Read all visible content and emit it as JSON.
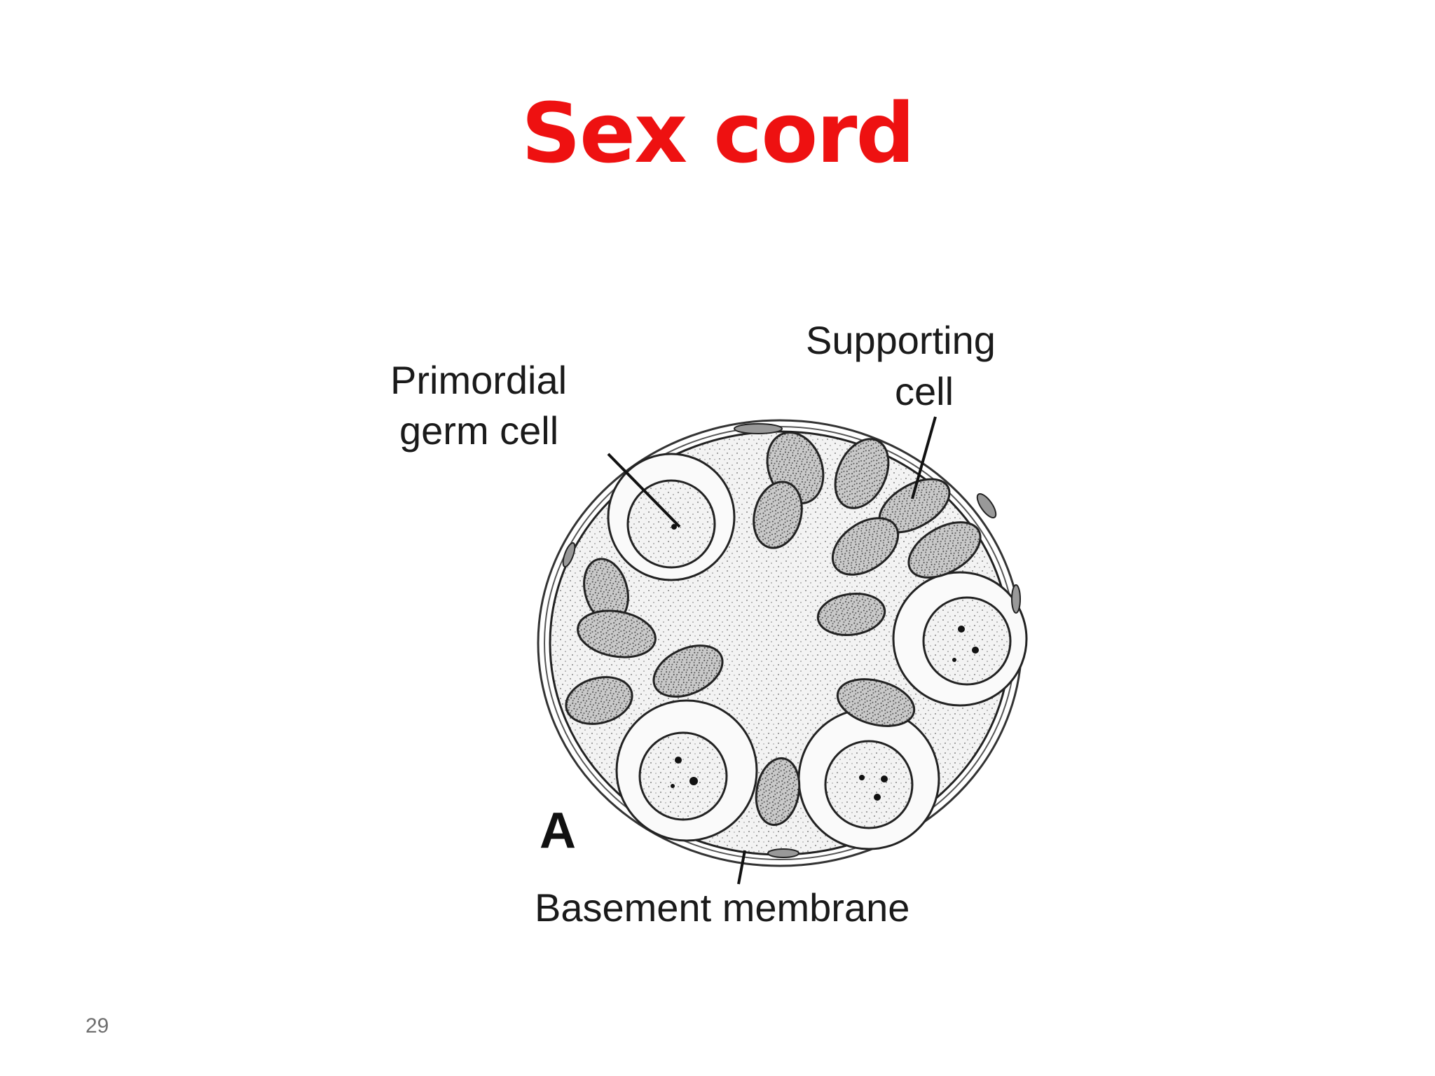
{
  "slide": {
    "title": "Sex cord",
    "page_number": "29"
  },
  "figure": {
    "panel_letter": "A",
    "labels": {
      "primordial_line1": "Primordial",
      "primordial_line2": "germ cell",
      "supporting_line1": "Supporting",
      "supporting_line2": "cell",
      "basement": "Basement membrane"
    }
  }
}
